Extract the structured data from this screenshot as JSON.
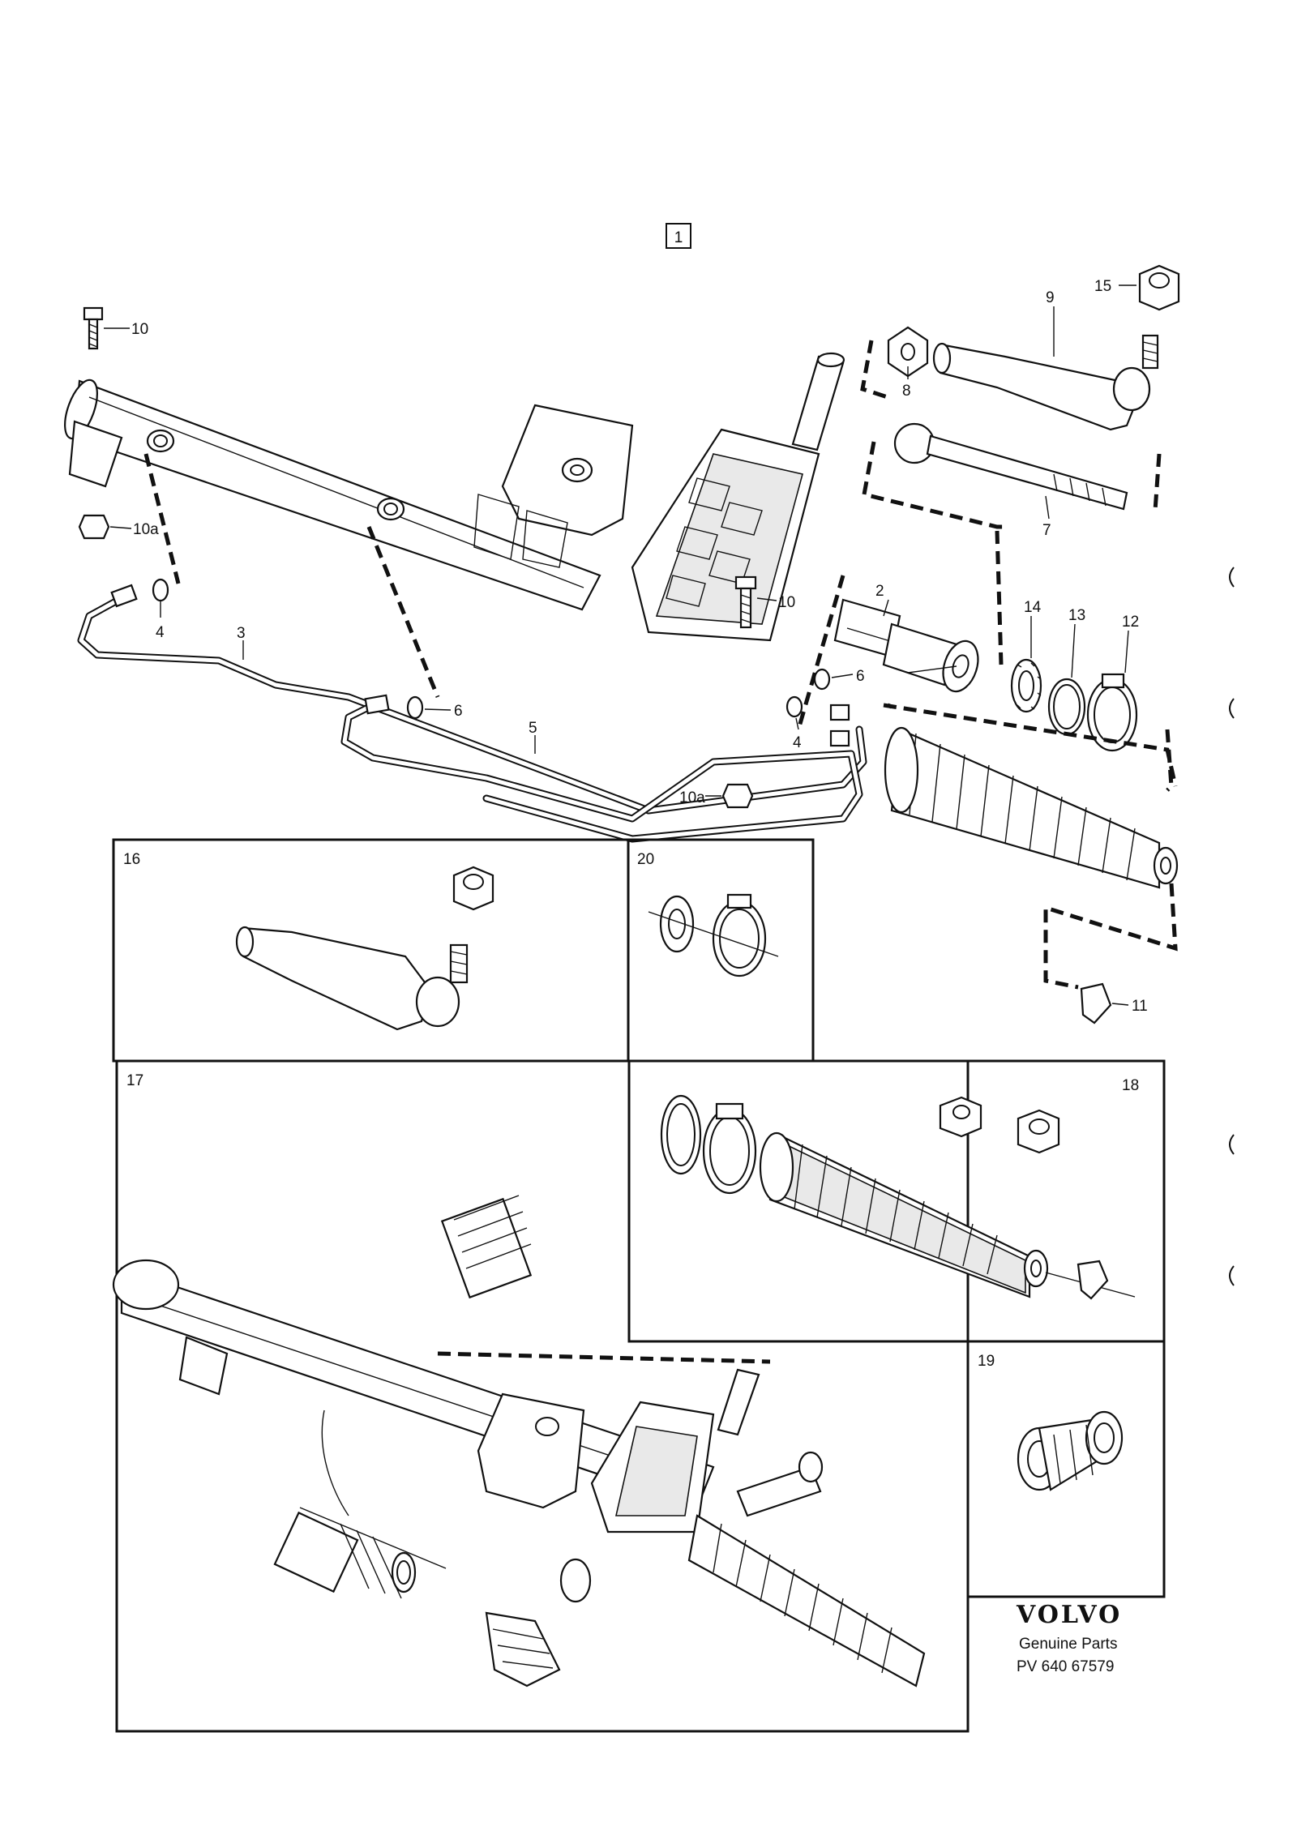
{
  "diagram": {
    "group_label": "1",
    "callouts": {
      "c10_top": "10",
      "c10a_left": "10a",
      "c4_left": "4",
      "c3": "3",
      "c6_mid": "6",
      "c5": "5",
      "c10a_bottom": "10a",
      "c10_mid": "10",
      "c2": "2",
      "c6_right": "6",
      "c4_right": "4",
      "c15": "15",
      "c9": "9",
      "c8": "8",
      "c7": "7",
      "c14": "14",
      "c13": "13",
      "c12": "12",
      "c11": "11"
    },
    "insets": {
      "p16": "16",
      "p20": "20",
      "p17": "17",
      "p18": "18",
      "p19": "19"
    },
    "brand": {
      "logo": "VOLVO",
      "line1": "Genuine Parts",
      "line2": "PV 640 67579"
    }
  }
}
